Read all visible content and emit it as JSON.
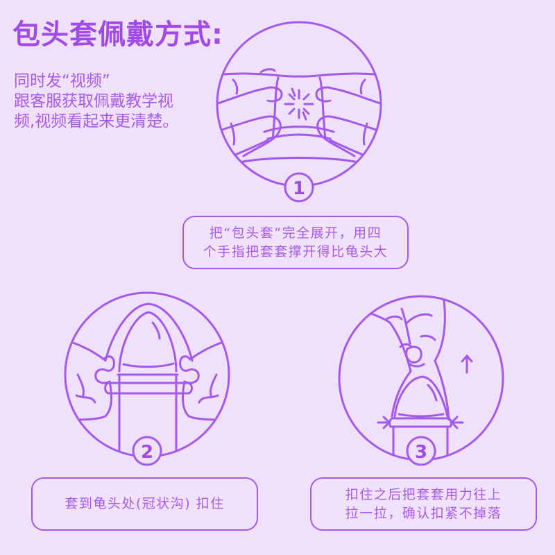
{
  "title": "包头套佩戴方式:",
  "intro": {
    "lines": [
      "同时发“视频”",
      "跟客服获取佩戴教学视",
      "频,视频看起来更清楚。"
    ]
  },
  "colors": {
    "background": "#EFE0FC",
    "accent": "#A259EC",
    "title_text": "#A04BE6",
    "body_text": "#A85BE8"
  },
  "steps": [
    {
      "number": "1",
      "illustration": "fingers-stretching-sleeve",
      "caption_lines": [
        "把“包头套”完全展开，用四",
        "个手指把套套撑开得比龟头大"
      ]
    },
    {
      "number": "2",
      "illustration": "sleeve-placed-on-glans",
      "caption_lines": [
        "套到龟头处(冠状沟) 扣住"
      ]
    },
    {
      "number": "3",
      "illustration": "pull-up-to-secure",
      "caption_lines": [
        "扣住之后把套套用力往上",
        "拉一拉，确认扣紧不掉落"
      ]
    }
  ]
}
